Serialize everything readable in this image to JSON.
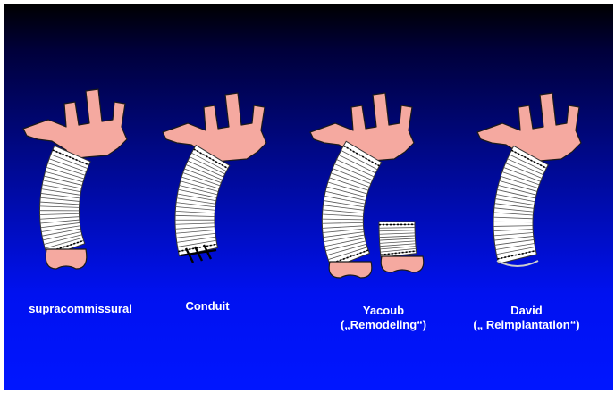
{
  "colors": {
    "background_top": "#000000",
    "background_bottom": "#0016ff",
    "aorta_tissue": "#f5a9a0",
    "graft": "#ffffff",
    "label_text": "#ffffff"
  },
  "procedures": [
    {
      "id": "supracommissural",
      "label": "supracommissural",
      "sublabel": ""
    },
    {
      "id": "conduit",
      "label": "Conduit",
      "sublabel": ""
    },
    {
      "id": "yacoub",
      "label": "Yacoub",
      "sublabel": "(„Remodeling“)"
    },
    {
      "id": "david",
      "label": "David",
      "sublabel": "(„ Reimplantation“)"
    }
  ]
}
